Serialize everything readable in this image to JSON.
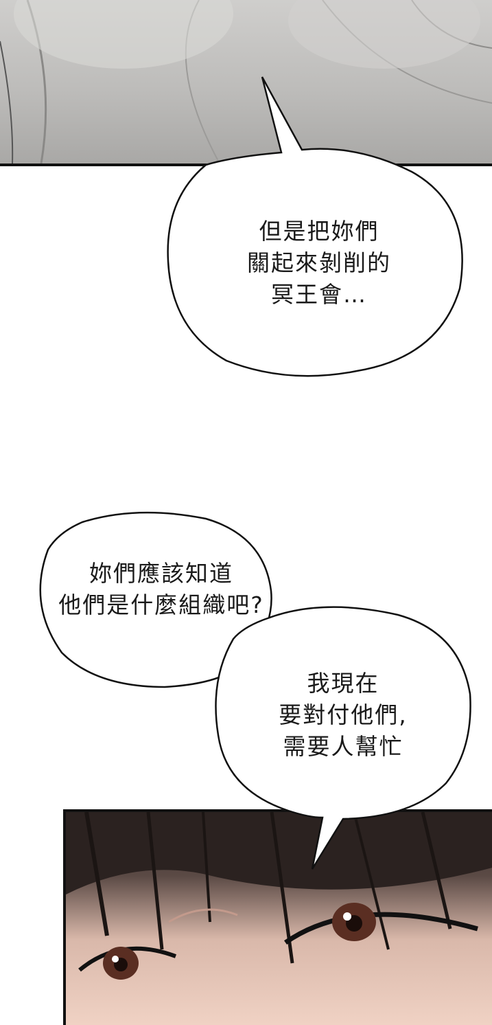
{
  "bubbles": [
    {
      "lines": [
        "但是把妳們",
        "關起來剝削的",
        "冥王會…"
      ]
    },
    {
      "lines": [
        "妳們應該知道",
        "他們是什麼組織吧?"
      ]
    },
    {
      "lines": [
        "我現在",
        "要對付他們,",
        "需要人幫忙"
      ]
    }
  ],
  "colors": {
    "ink": "#111111",
    "paper": "#ffffff",
    "skin": "#f0d2c4",
    "hair": "#3a2f2c"
  }
}
